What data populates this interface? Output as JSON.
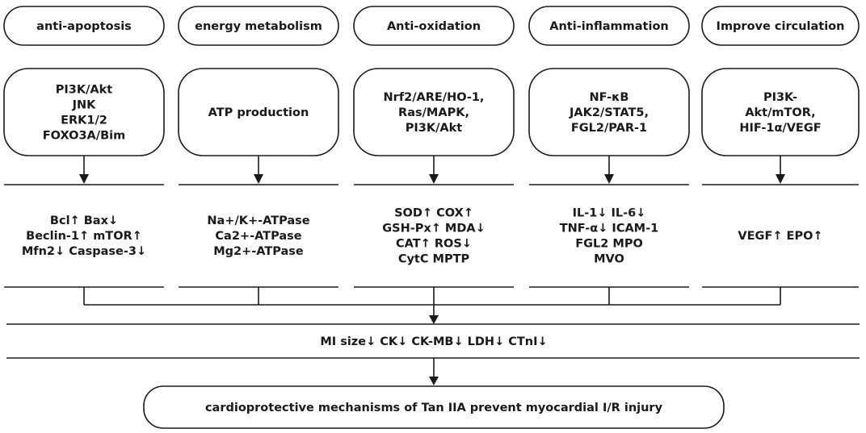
{
  "columns": [
    {
      "category": "anti-apoptosis",
      "pathways": [
        "PI3K/Akt",
        "JNK",
        "ERK1/2",
        "FOXO3A/Bim"
      ],
      "markers": [
        "Bcl↑ Bax↓",
        "Beclin-1↑ mTOR↑",
        "Mfn2↓ Caspase-3↓"
      ]
    },
    {
      "category": "energy metabolism",
      "pathways": [
        "ATP production"
      ],
      "markers": [
        "Na+/K+-ATPase",
        "Ca2+-ATPase",
        "Mg2+-ATPase"
      ]
    },
    {
      "category": "Anti-oxidation",
      "pathways": [
        "Nrf2/ARE/HO-1,",
        "Ras/MAPK,",
        "PI3K/Akt"
      ],
      "markers": [
        "SOD↑ COX↑",
        "GSH-Px↑ MDA↓",
        "CAT↑ ROS↓",
        "CytC MPTP"
      ]
    },
    {
      "category": "Anti-inflammation",
      "pathways": [
        "NF-κB",
        "JAK2/STAT5,",
        "FGL2/PAR-1"
      ],
      "markers": [
        "IL-1↓ IL-6↓",
        "TNF-α↓ ICAM-1",
        "FGL2 MPO",
        "MVO"
      ]
    },
    {
      "category": "Improve circulation",
      "pathways": [
        "PI3K-",
        "Akt/mTOR,",
        "HIF-1α/VEGF"
      ],
      "markers": [
        "VEGF↑ EPO↑"
      ]
    }
  ],
  "indicators": "MI size↓ CK↓ CK-MB↓ LDH↓ CTnI↓",
  "conclusion": "cardioprotective mechanisms of Tan IIA prevent myocardial I/R injury"
}
